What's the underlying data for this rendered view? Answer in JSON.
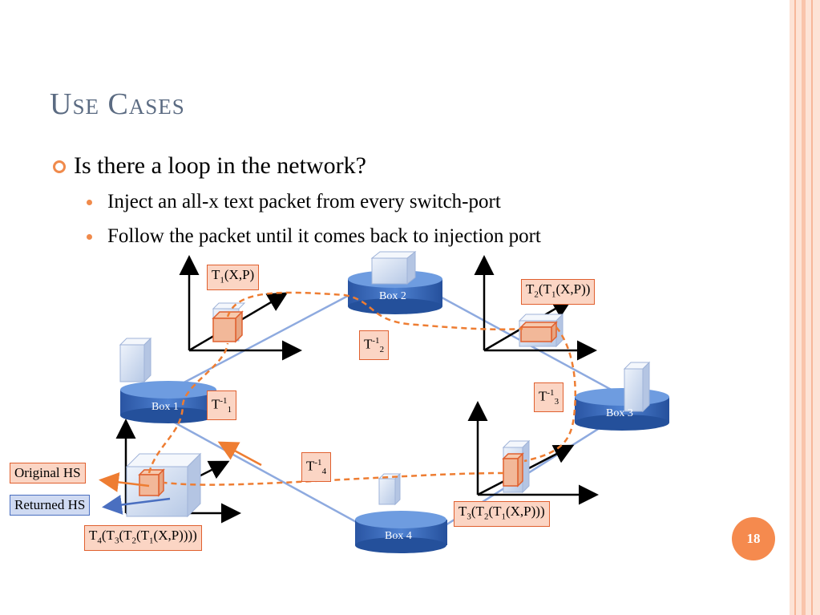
{
  "slide": {
    "title": "Use Cases",
    "bullet": "Is there a loop in the network?",
    "subbullets": [
      "Inject an all-x text packet from every switch-port",
      "Follow the packet until it comes back to injection port"
    ],
    "page_number": "18"
  },
  "diagram": {
    "boxes": [
      "Box 1",
      "Box 2",
      "Box 3",
      "Box 4"
    ],
    "labels": {
      "t1": {
        "base": "T",
        "sub": "1",
        "rest": "(X,P)"
      },
      "t2": {
        "a": "T",
        "s1": "2",
        "b": "(T",
        "s2": "1",
        "c": "(X,P))"
      },
      "t3": {
        "a": "T",
        "s1": "3",
        "b": "(T",
        "s2": "2",
        "c": "(T",
        "s3": "1",
        "d": "(X,P)))"
      },
      "t4": {
        "a": "T",
        "s1": "4",
        "b": "(T",
        "s2": "3",
        "c": "(T",
        "s3": "2",
        "d": "(T",
        "s4": "1",
        "e": "(X,P))))"
      },
      "inv1": {
        "base": "T",
        "sup": "-1",
        "sub": "1"
      },
      "inv2": {
        "base": "T",
        "sup": "-1",
        "sub": "2"
      },
      "inv3": {
        "base": "T",
        "sup": "-1",
        "sub": "3"
      },
      "inv4": {
        "base": "T",
        "sup": "-1",
        "sub": "4"
      },
      "original_hs": "Original HS",
      "returned_hs": "Returned HS"
    }
  },
  "colors": {
    "accent": "#f08a4b",
    "title": "#5b6b82",
    "link": "#7f9fd8",
    "box": "#2f62b5",
    "label_fill": "#fbd5c4",
    "label_border": "#e0602f",
    "path": "#ee7d32"
  }
}
